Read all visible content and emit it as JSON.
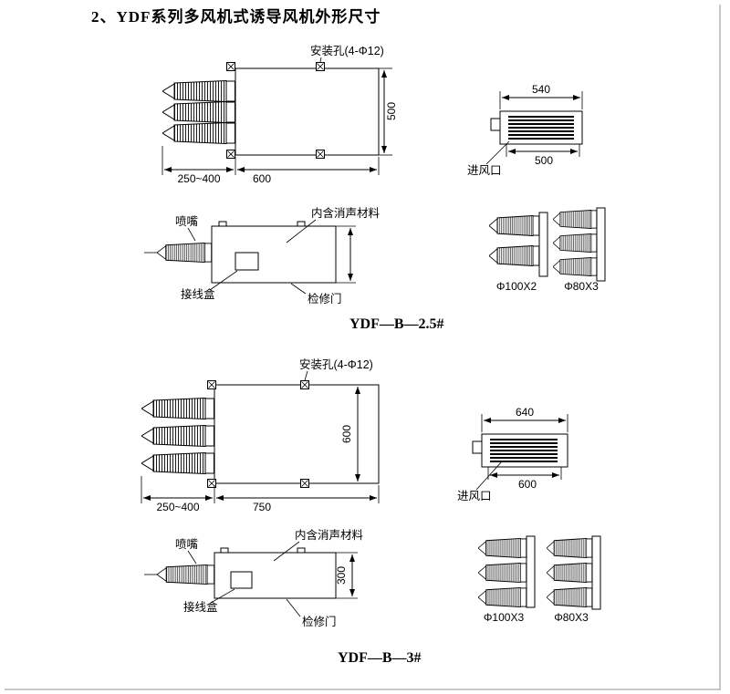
{
  "title": "2、YDF系列多风机式诱导风机外形尺寸",
  "panels": [
    {
      "caption": "YDF—B—2.5#",
      "labels": {
        "mounting_hole": "安装孔(4-Φ12)",
        "air_inlet": "进风口",
        "nozzle": "喷嘴",
        "junction_box": "接线盒",
        "access_door": "检修门",
        "silencer": "内含消声材料"
      },
      "dims": {
        "nozzle_length": "250~400",
        "body_length": "600",
        "body_width": "500",
        "inlet_outer": "540",
        "inlet_inner": "500",
        "side_height": ""
      },
      "nozzle_specs": {
        "left": "Φ100X2",
        "right": "Φ80X3"
      }
    },
    {
      "caption": "YDF—B—3#",
      "labels": {
        "mounting_hole": "安装孔(4-Φ12)",
        "air_inlet": "进风口",
        "nozzle": "喷嘴",
        "junction_box": "接线盒",
        "access_door": "检修门",
        "silencer": "内含消声材料"
      },
      "dims": {
        "nozzle_length": "250~400",
        "body_length": "750",
        "body_width": "600",
        "inlet_outer": "640",
        "inlet_inner": "600",
        "side_height": "300"
      },
      "nozzle_specs": {
        "left": "Φ100X3",
        "right": "Φ80X3"
      }
    }
  ]
}
